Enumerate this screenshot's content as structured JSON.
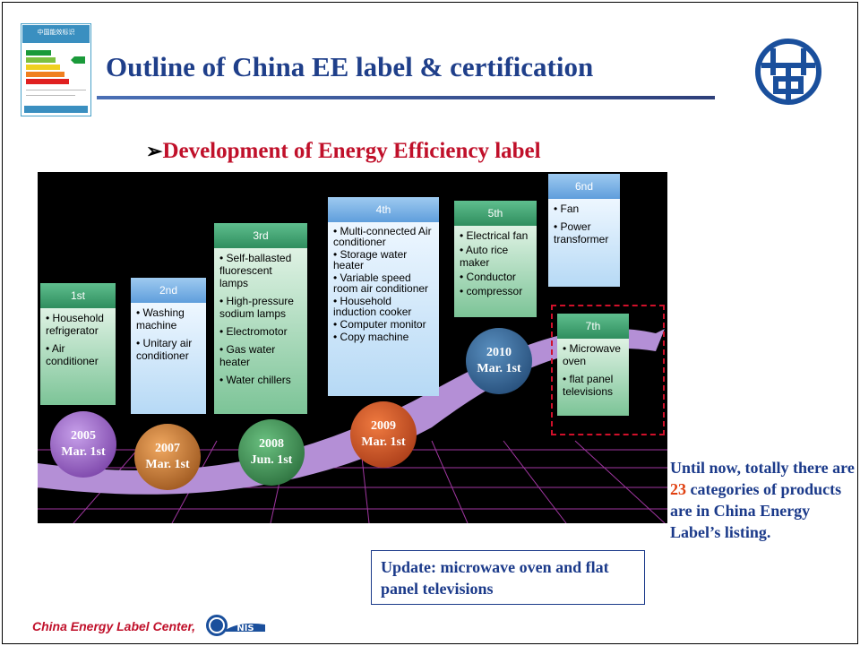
{
  "header": {
    "title": "Outline of China EE label & certification",
    "subtitle_arrow": "➢",
    "subtitle": "Development of Energy Efficiency label"
  },
  "label_thumbnail": {
    "title": "中国能效标识"
  },
  "stages": [
    {
      "label": "1st",
      "items": [
        "Household refrigerator",
        "Air conditioner"
      ],
      "date_year": "2005",
      "date_day": "Mar. 1st"
    },
    {
      "label": "2nd",
      "items": [
        "Washing machine",
        "Unitary air conditioner"
      ],
      "date_year": "2007",
      "date_day": "Mar. 1st"
    },
    {
      "label": "3rd",
      "items": [
        "Self-ballasted fluorescent lamps",
        "High-pressure sodium lamps",
        "Electromotor",
        "Gas water heater",
        "Water chillers"
      ],
      "date_year": "2008",
      "date_day": "Jun. 1st"
    },
    {
      "label": "4th",
      "items": [
        "Multi-connected Air conditioner",
        "Storage water heater",
        "Variable speed room air conditioner",
        "Household induction cooker",
        "Computer monitor",
        "Copy machine"
      ],
      "date_year": "2009",
      "date_day": "Mar. 1st"
    },
    {
      "label": "5th",
      "items": [
        "Electrical fan",
        "Auto rice maker",
        "Conductor",
        "compressor"
      ],
      "date_year": "2010",
      "date_day": "Mar. 1st"
    },
    {
      "label": "6nd",
      "items": [
        "Fan",
        "Power transformer"
      ]
    },
    {
      "label": "7th",
      "items": [
        "Microwave oven",
        "flat panel televisions"
      ]
    }
  ],
  "summary": {
    "before": "Until now, totally there are",
    "count": "23",
    "after": "categories of products are in China Energy Label’s listing."
  },
  "update_note": "Update: microwave oven and flat panel televisions",
  "footer": {
    "text": "China Energy Label Center,",
    "logo_text": "NIS"
  },
  "colors": {
    "title": "#1f3f8a",
    "subtitle": "#c0102a",
    "highlight_number": "#e04010",
    "timeline_band": "#b48fd6"
  }
}
